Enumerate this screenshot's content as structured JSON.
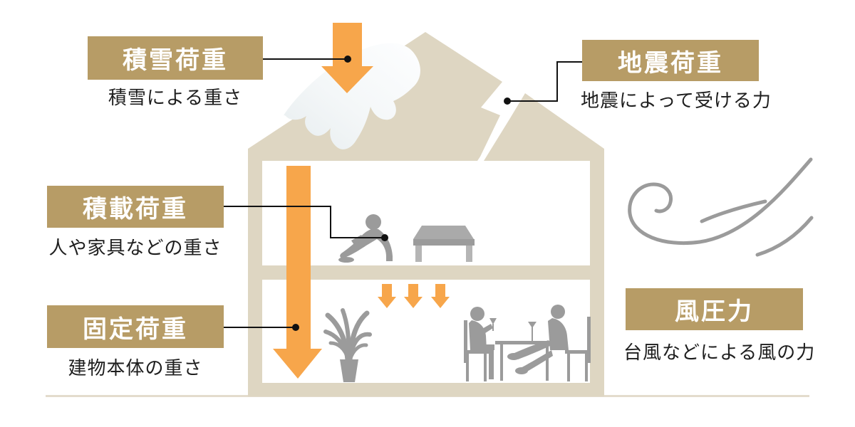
{
  "diagram": {
    "subject": "building-load-diagram",
    "callouts": [
      {
        "id": "snow-load",
        "title": "積雪荷重",
        "description": "積雪による重さ"
      },
      {
        "id": "seismic-load",
        "title": "地震荷重",
        "description": "地震によって受ける力"
      },
      {
        "id": "live-load",
        "title": "積載荷重",
        "description": "人や家具などの重さ"
      },
      {
        "id": "dead-load",
        "title": "固定荷重",
        "description": "建物本体の重さ"
      },
      {
        "id": "wind-pressure",
        "title": "風圧力",
        "description": "台風などによる風の力"
      }
    ],
    "scene_icons": [
      "house-cross-section",
      "cracked-roof",
      "snow-mound",
      "down-arrow-large",
      "down-arrow-small-x3",
      "down-arrow-top",
      "person-reading",
      "low-table",
      "potted-plant",
      "dining-couple",
      "wind-swirl"
    ],
    "colors": {
      "label_background": "#b79c66",
      "label_text": "#ffffff",
      "house_beige": "#ded6c2",
      "arrow_orange": "#f7a64b",
      "silhouette_gray": "#9b9b9b",
      "connector_black": "#111111",
      "ground_line": "#e3dccd",
      "description_text": "#1e1e1e"
    }
  }
}
